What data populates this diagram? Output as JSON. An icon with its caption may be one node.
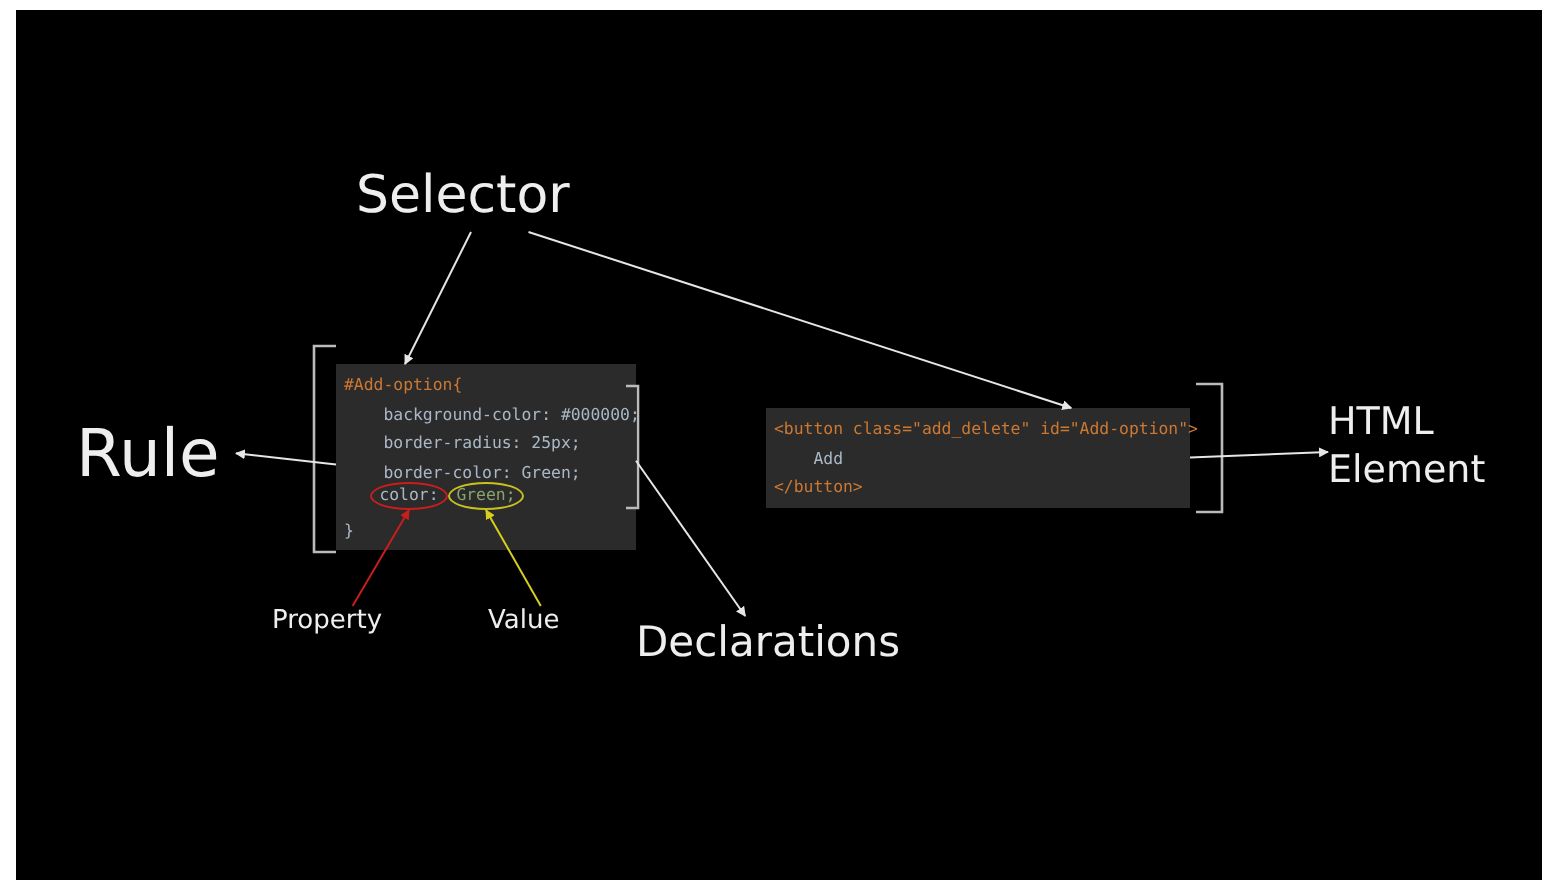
{
  "diagram": {
    "nodes": [
      {
        "text": [
          "Selector"
        ]
      },
      {
        "text": [
          "#Add-option{",
          "background-color: #000000;",
          "border-radius: 25px;",
          "border-color: Green;",
          "}"
        ]
      },
      {
        "text": [
          "color:"
        ],
        "in": 1
      },
      {
        "text": [
          "Green;"
        ],
        "in": 1
      },
      {
        "text": [
          "<button class=\"add_delete\" id=\"Add-option\">",
          "Add",
          "</button>"
        ]
      },
      {
        "text": [
          "Rule"
        ]
      },
      {
        "text": [
          "Declarations"
        ]
      },
      {
        "text": [
          "Property"
        ]
      },
      {
        "text": [
          "Value"
        ]
      },
      {
        "text": [
          "HTML Element"
        ]
      }
    ],
    "edges": [
      {
        "from": 0,
        "to": 1,
        "arrow": "to"
      },
      {
        "from": 0,
        "to": 4,
        "arrow": "to"
      },
      {
        "from": 1,
        "to": 5,
        "arrow": "to"
      },
      {
        "from": 1,
        "to": 6,
        "arrow": "to"
      },
      {
        "from": 7,
        "to": 2,
        "arrow": "to",
        "color": "#c81e1e"
      },
      {
        "from": 8,
        "to": 3,
        "arrow": "to",
        "color": "#d6cf1e"
      },
      {
        "from": 4,
        "to": 9,
        "arrow": "to"
      }
    ]
  }
}
